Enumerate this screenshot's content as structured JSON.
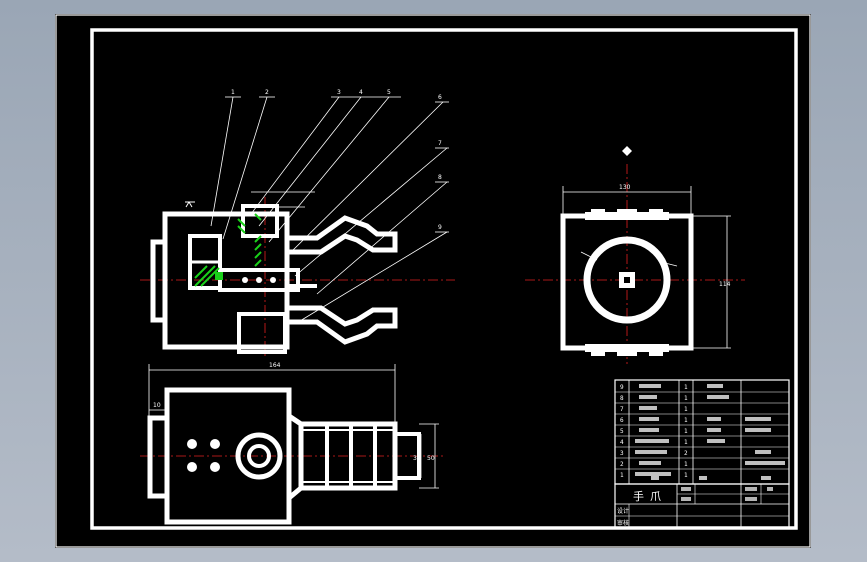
{
  "drawing": {
    "part_callouts": [
      "1",
      "2",
      "3",
      "4",
      "5",
      "6",
      "7",
      "8",
      "9"
    ],
    "dimensions": {
      "top_view_width": "164",
      "top_view_left_offset": "10",
      "top_view_inner_height": "36",
      "top_view_outer_height": "50",
      "side_view_width": "130",
      "side_view_height": "114"
    },
    "bom_rows": [
      {
        "no": "9",
        "qty": "1",
        "note": ""
      },
      {
        "no": "8",
        "qty": "1",
        "note": ""
      },
      {
        "no": "7",
        "qty": "1",
        "note": ""
      },
      {
        "no": "6",
        "qty": "1",
        "note": ""
      },
      {
        "no": "5",
        "qty": "1",
        "note": ""
      },
      {
        "no": "4",
        "qty": "1",
        "note": ""
      },
      {
        "no": "3",
        "qty": "2",
        "note": ""
      },
      {
        "no": "2",
        "qty": "1",
        "note": ""
      },
      {
        "no": "1",
        "qty": "1",
        "note": ""
      }
    ],
    "title_block": {
      "title": "手爪",
      "design_label": "设计",
      "check_label": "审核"
    }
  }
}
